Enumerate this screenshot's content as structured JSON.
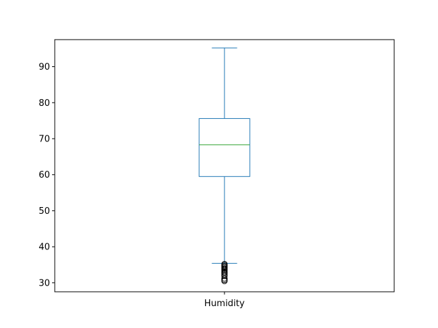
{
  "chart_data": {
    "type": "box",
    "categories": [
      "Humidity"
    ],
    "ylim": [
      27.5,
      97.5
    ],
    "yticks": [
      30,
      40,
      50,
      60,
      70,
      80,
      90
    ],
    "ytick_labels": [
      "30",
      "40",
      "50",
      "60",
      "70",
      "80",
      "90"
    ],
    "grid": false,
    "boxes": [
      {
        "label": "Humidity",
        "whisker_low": 35.4,
        "q1": 59.5,
        "median": 68.3,
        "q3": 75.6,
        "whisker_high": 95.2,
        "outliers": [
          35.2,
          34.9,
          34.6,
          34.3,
          34.0,
          33.7,
          33.4,
          33.0,
          32.7,
          32.3,
          31.9,
          31.2,
          30.8,
          30.5
        ]
      }
    ],
    "colors": {
      "box": "#1f77b4",
      "median": "#2ca02c",
      "outlier": "#000000",
      "axes": "#000000"
    }
  }
}
